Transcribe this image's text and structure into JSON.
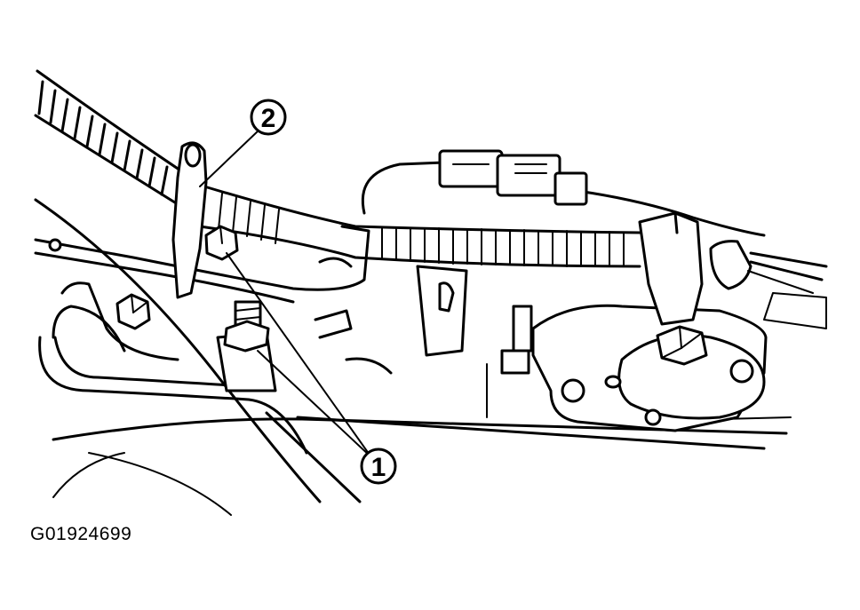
{
  "callouts": [
    {
      "number": "1"
    },
    {
      "number": "2"
    }
  ],
  "figure_code": "G01924699",
  "colors": {
    "line": "#000000",
    "background": "#ffffff"
  }
}
